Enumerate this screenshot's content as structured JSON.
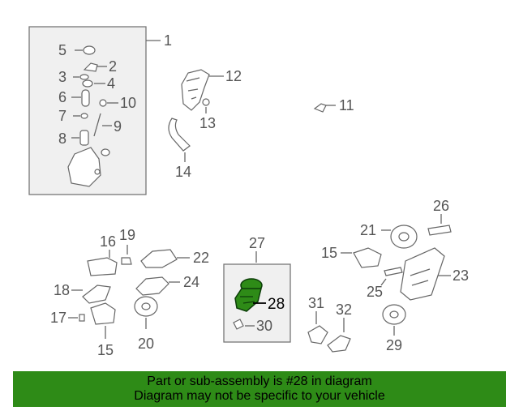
{
  "callouts": {
    "c1": "1",
    "c2": "2",
    "c3": "3",
    "c4": "4",
    "c5": "5",
    "c6": "6",
    "c7": "7",
    "c8": "8",
    "c9": "9",
    "c10": "10",
    "c11": "11",
    "c12": "12",
    "c13": "13",
    "c14": "14",
    "c15a": "15",
    "c15b": "15",
    "c16": "16",
    "c17": "17",
    "c18": "18",
    "c19": "19",
    "c20": "20",
    "c21": "21",
    "c22": "22",
    "c23": "23",
    "c24": "24",
    "c25": "25",
    "c26": "26",
    "c27": "27",
    "c28": "28",
    "c29": "29",
    "c30": "30",
    "c31": "31",
    "c32": "32"
  },
  "highlight_color": "#2e8b17",
  "banner": {
    "line1": "Part or sub-assembly is #28 in diagram",
    "line2": "Diagram may not be specific to your vehicle"
  }
}
